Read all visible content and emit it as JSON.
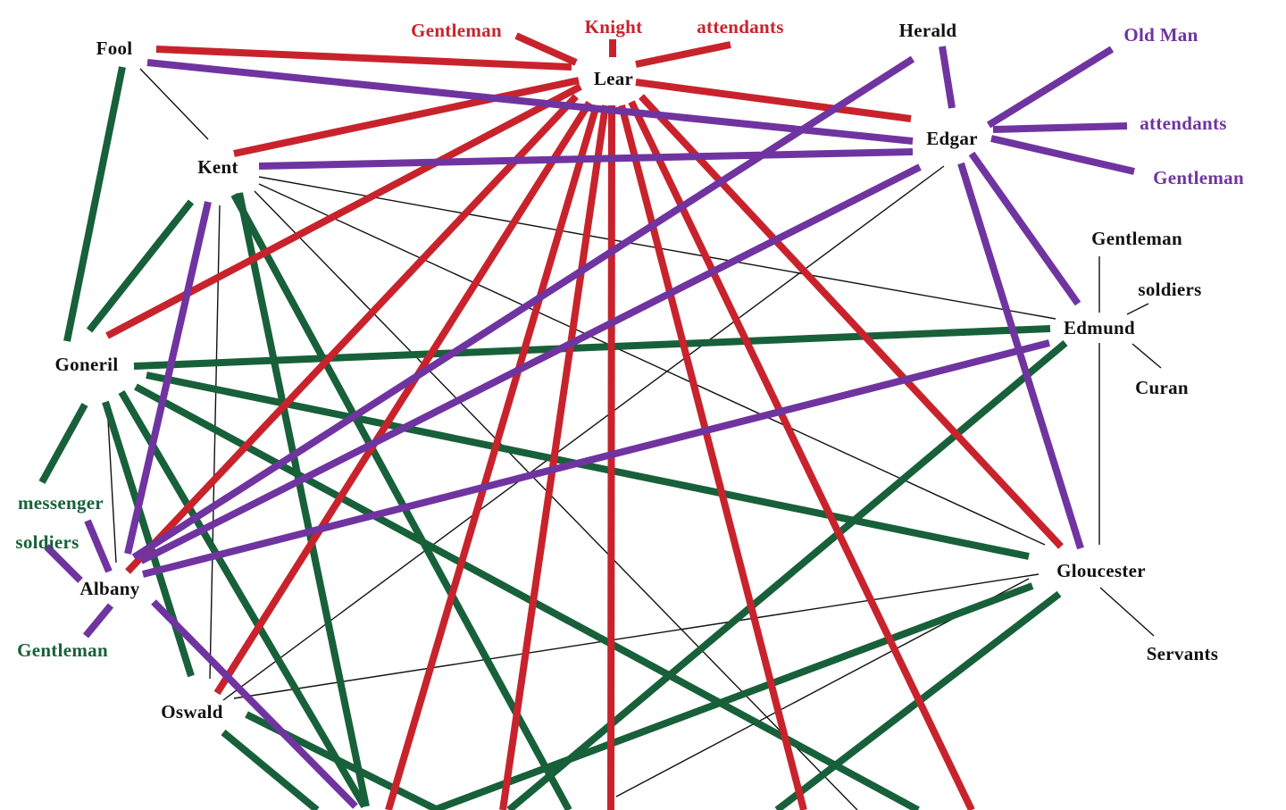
{
  "colors": {
    "lear": "#c8232c",
    "edgar": "#7034a0",
    "goneril": "#17603a",
    "plain": "#111111",
    "background": "#ffffff"
  },
  "nodes": [
    {
      "id": "lear",
      "label": "Lear",
      "group": "plain"
    },
    {
      "id": "fool",
      "label": "Fool",
      "group": "plain"
    },
    {
      "id": "kent",
      "label": "Kent",
      "group": "plain"
    },
    {
      "id": "herald",
      "label": "Herald",
      "group": "plain"
    },
    {
      "id": "edgar",
      "label": "Edgar",
      "group": "plain"
    },
    {
      "id": "edmund",
      "label": "Edmund",
      "group": "plain"
    },
    {
      "id": "gloucester",
      "label": "Gloucester",
      "group": "plain"
    },
    {
      "id": "goneril",
      "label": "Goneril",
      "group": "plain"
    },
    {
      "id": "albany",
      "label": "Albany",
      "group": "plain"
    },
    {
      "id": "oswald",
      "label": "Oswald",
      "group": "plain"
    },
    {
      "id": "lear_gentleman",
      "label": "Gentleman",
      "group": "lear"
    },
    {
      "id": "lear_knight",
      "label": "Knight",
      "group": "lear"
    },
    {
      "id": "lear_attendants",
      "label": "attendants",
      "group": "lear"
    },
    {
      "id": "edgar_oldman",
      "label": "Old Man",
      "group": "edgar"
    },
    {
      "id": "edgar_attendants",
      "label": "attendants",
      "group": "edgar"
    },
    {
      "id": "edgar_gentleman",
      "label": "Gentleman",
      "group": "edgar"
    },
    {
      "id": "edmund_gentleman",
      "label": "Gentleman",
      "group": "plain"
    },
    {
      "id": "edmund_soldiers",
      "label": "soldiers",
      "group": "plain"
    },
    {
      "id": "edmund_curan",
      "label": "Curan",
      "group": "plain"
    },
    {
      "id": "gloucester_servants",
      "label": "Servants",
      "group": "plain"
    },
    {
      "id": "goneril_messenger",
      "label": "messenger",
      "group": "goneril"
    },
    {
      "id": "goneril_soldiers",
      "label": "soldiers",
      "group": "goneril"
    },
    {
      "id": "goneril_gentleman",
      "label": "Gentleman",
      "group": "goneril"
    }
  ],
  "edges": [
    {
      "from": "lear",
      "to": "fool",
      "kind": "lear"
    },
    {
      "from": "lear",
      "to": "lear_gentleman",
      "kind": "lear"
    },
    {
      "from": "lear",
      "to": "lear_knight",
      "kind": "lear"
    },
    {
      "from": "lear",
      "to": "lear_attendants",
      "kind": "lear"
    },
    {
      "from": "lear",
      "to": "edgar",
      "kind": "lear"
    },
    {
      "from": "lear",
      "to": "kent",
      "kind": "lear"
    },
    {
      "from": "lear",
      "to": "goneril",
      "kind": "lear"
    },
    {
      "from": "lear",
      "to": "albany",
      "kind": "lear"
    },
    {
      "from": "lear",
      "to": "oswald",
      "kind": "lear"
    },
    {
      "from": "lear",
      "to": "gloucester",
      "kind": "lear"
    },
    {
      "from": "lear",
      "to": "offpage_a",
      "kind": "lear"
    },
    {
      "from": "lear",
      "to": "offpage_b",
      "kind": "lear"
    },
    {
      "from": "lear",
      "to": "offpage_c",
      "kind": "lear"
    },
    {
      "from": "lear",
      "to": "offpage_d",
      "kind": "lear"
    },
    {
      "from": "lear",
      "to": "offpage_e",
      "kind": "lear"
    },
    {
      "from": "edgar",
      "to": "fool",
      "kind": "edgar"
    },
    {
      "from": "edgar",
      "to": "kent",
      "kind": "edgar"
    },
    {
      "from": "edgar",
      "to": "herald",
      "kind": "edgar"
    },
    {
      "from": "edgar",
      "to": "edgar_oldman",
      "kind": "edgar"
    },
    {
      "from": "edgar",
      "to": "edgar_attendants",
      "kind": "edgar"
    },
    {
      "from": "edgar",
      "to": "edgar_gentleman",
      "kind": "edgar"
    },
    {
      "from": "edgar",
      "to": "edmund",
      "kind": "edgar"
    },
    {
      "from": "edgar",
      "to": "gloucester",
      "kind": "edgar"
    },
    {
      "from": "edgar",
      "to": "albany",
      "kind": "edgar"
    },
    {
      "from": "herald",
      "to": "albany",
      "kind": "edgar"
    },
    {
      "from": "edmund",
      "to": "albany",
      "kind": "edgar"
    },
    {
      "from": "kent",
      "to": "albany",
      "kind": "edgar"
    },
    {
      "from": "albany",
      "to": "offpage_f",
      "kind": "edgar"
    },
    {
      "from": "albany",
      "to": "goneril_messenger",
      "kind": "edgar"
    },
    {
      "from": "albany",
      "to": "goneril_soldiers",
      "kind": "edgar"
    },
    {
      "from": "albany",
      "to": "goneril_gentleman",
      "kind": "edgar"
    },
    {
      "from": "goneril",
      "to": "fool",
      "kind": "goneril"
    },
    {
      "from": "goneril",
      "to": "kent",
      "kind": "goneril"
    },
    {
      "from": "goneril",
      "to": "edmund",
      "kind": "goneril"
    },
    {
      "from": "goneril",
      "to": "gloucester",
      "kind": "goneril"
    },
    {
      "from": "goneril",
      "to": "goneril_messenger",
      "kind": "goneril"
    },
    {
      "from": "goneril",
      "to": "oswald",
      "kind": "goneril"
    },
    {
      "from": "goneril",
      "to": "offpage_g",
      "kind": "goneril"
    },
    {
      "from": "goneril",
      "to": "offpage_h",
      "kind": "goneril"
    },
    {
      "from": "kent",
      "to": "offpage_i",
      "kind": "goneril"
    },
    {
      "from": "kent",
      "to": "offpage_j",
      "kind": "goneril"
    },
    {
      "from": "edmund",
      "to": "offpage_k",
      "kind": "goneril"
    },
    {
      "from": "gloucester",
      "to": "offpage_l",
      "kind": "goneril"
    },
    {
      "from": "gloucester",
      "to": "offpage_m",
      "kind": "goneril"
    },
    {
      "from": "oswald",
      "to": "offpage_n",
      "kind": "goneril"
    },
    {
      "from": "oswald",
      "to": "offpage_o",
      "kind": "goneril"
    },
    {
      "from": "fool",
      "to": "kent",
      "kind": "plain"
    },
    {
      "from": "kent",
      "to": "edmund",
      "kind": "plain"
    },
    {
      "from": "kent",
      "to": "gloucester",
      "kind": "plain"
    },
    {
      "from": "kent",
      "to": "oswald",
      "kind": "plain"
    },
    {
      "from": "kent",
      "to": "offpage_p",
      "kind": "plain"
    },
    {
      "from": "goneril",
      "to": "albany",
      "kind": "plain"
    },
    {
      "from": "edgar",
      "to": "oswald",
      "kind": "plain"
    },
    {
      "from": "gloucester",
      "to": "oswald",
      "kind": "plain"
    },
    {
      "from": "gloucester",
      "to": "offpage_q",
      "kind": "plain"
    },
    {
      "from": "edmund",
      "to": "gloucester",
      "kind": "plain"
    },
    {
      "from": "edmund",
      "to": "edmund_gentleman",
      "kind": "plain"
    },
    {
      "from": "edmund",
      "to": "edmund_soldiers",
      "kind": "plain"
    },
    {
      "from": "edmund",
      "to": "edmund_curan",
      "kind": "plain"
    },
    {
      "from": "gloucester",
      "to": "gloucester_servants",
      "kind": "plain"
    }
  ]
}
